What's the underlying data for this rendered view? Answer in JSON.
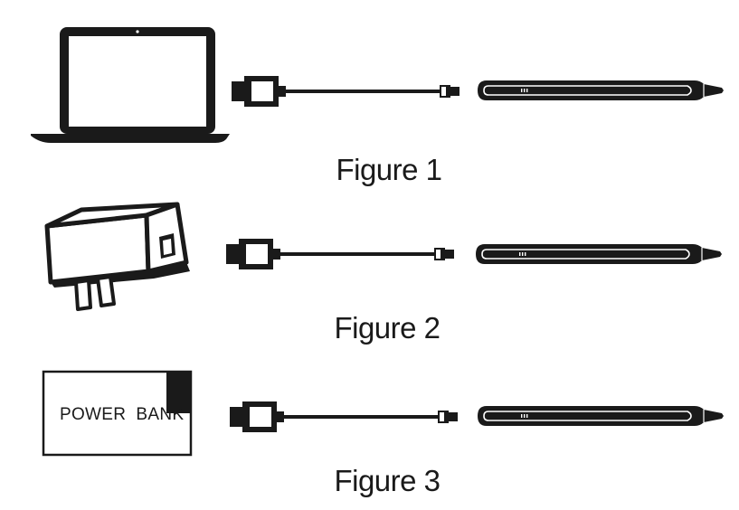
{
  "figures": [
    {
      "caption": "Figure 1",
      "source_icon": "laptop-icon"
    },
    {
      "caption": "Figure 2",
      "source_icon": "wall-adapter-icon"
    },
    {
      "caption": "Figure 3",
      "source_icon": "power-bank-icon"
    }
  ],
  "power_bank": {
    "label": "POWER  BANK"
  },
  "cable_icon": "usb-cable-icon",
  "pen_icon": "stylus-pen-icon",
  "line_color": "#1a1a1a"
}
